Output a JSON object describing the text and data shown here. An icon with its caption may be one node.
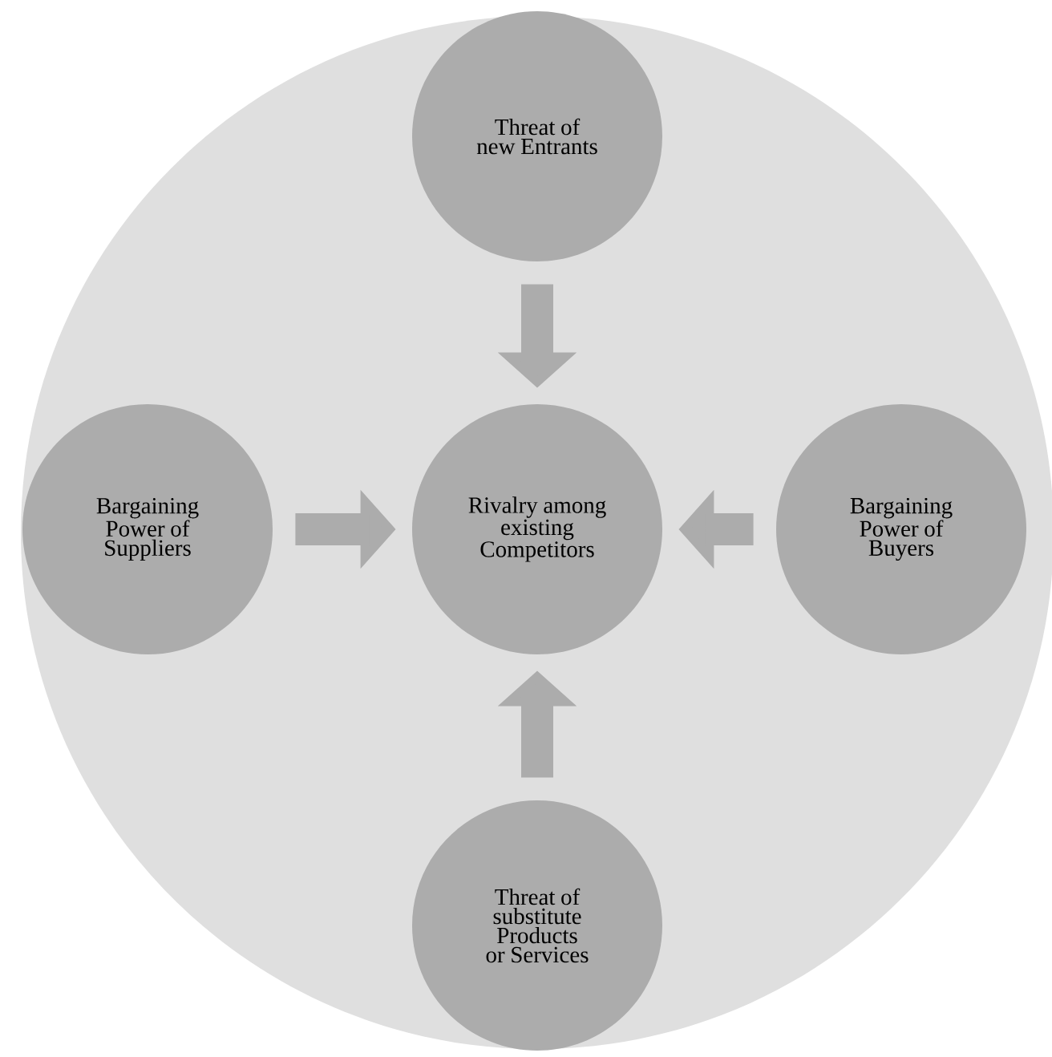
{
  "diagram": {
    "nodes": [
      {
        "text": [],
        "shape": "circle"
      },
      {
        "text": [
          "Threat of new Entrants"
        ],
        "in": 0
      },
      {
        "text": [
          "Bargaining Power of Suppliers"
        ],
        "in": 0
      },
      {
        "text": [
          "Rivalry among existing Competitors"
        ],
        "in": 0
      },
      {
        "text": [
          "Bargaining Power of Buyers"
        ],
        "in": 0
      },
      {
        "text": [
          "Threat of substitute Products or Services"
        ],
        "in": 0
      }
    ],
    "edges": [
      {
        "from": 1,
        "to": 3,
        "arrow": "to"
      },
      {
        "from": 2,
        "to": 3,
        "arrow": "to"
      },
      {
        "from": 4,
        "to": 3,
        "arrow": "to"
      },
      {
        "from": 5,
        "to": 3,
        "arrow": "to"
      }
    ]
  }
}
